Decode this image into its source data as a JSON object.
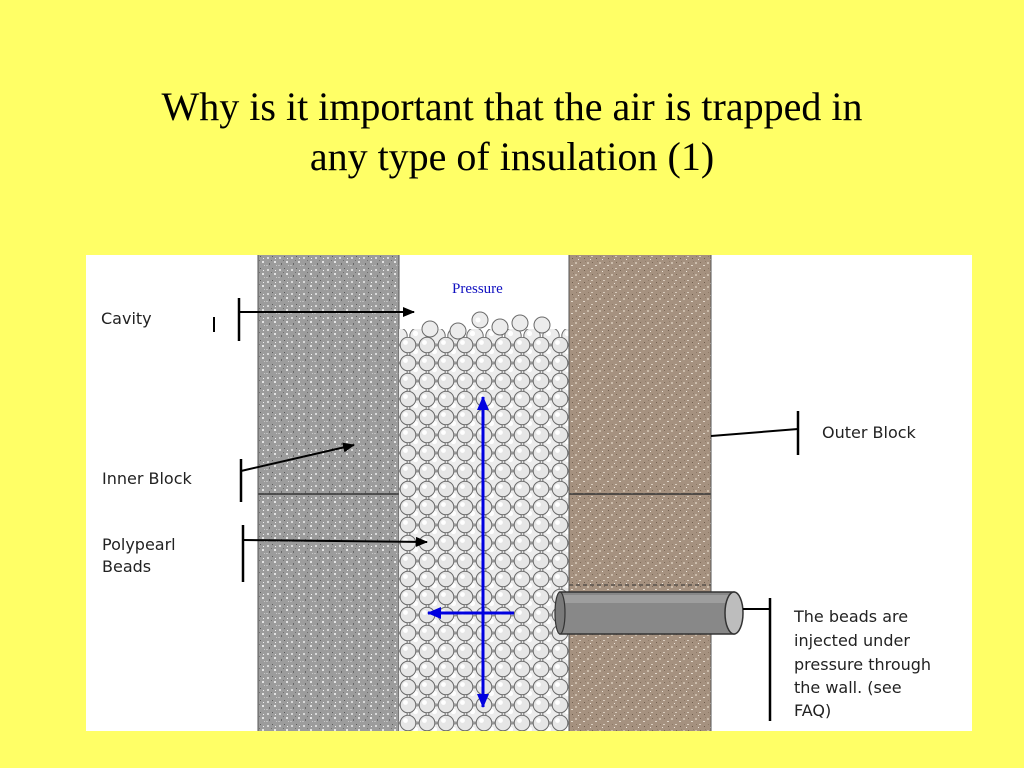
{
  "title": {
    "line1": "Why is it important that the air is trapped in",
    "line2": "any type of insulation (1)"
  },
  "diagram": {
    "labels": {
      "pressure": "Pressure",
      "cavity": "Cavity",
      "inner_block": "Inner Block",
      "polypearl_line1": "Polypearl",
      "polypearl_line2": "Beads",
      "outer_block": "Outer Block",
      "note_line1": "The beads are",
      "note_line2": "injected under",
      "note_line3": "pressure through",
      "note_line4": "the wall. (see",
      "note_line5": "FAQ)"
    },
    "colors": {
      "background": "#FFFF66",
      "inner_block": "#9C9C9C",
      "outer_block": "#A5917F",
      "arrows": "#0000E0",
      "pressure_text": "#1010C0"
    }
  }
}
